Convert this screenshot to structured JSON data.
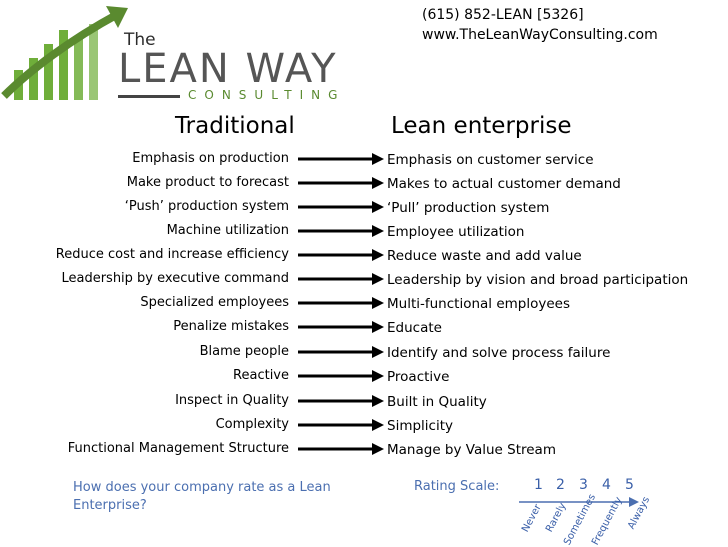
{
  "logo": {
    "the": "The",
    "name": "LEAN WAY",
    "sub": "CONSULTING"
  },
  "contact": {
    "phone": "(615) 852-LEAN [5326]",
    "url": "www.TheLeanWayConsulting.com"
  },
  "headers": {
    "traditional": "Traditional",
    "lean": "Lean enterprise"
  },
  "rows": [
    {
      "traditional": "Emphasis on production",
      "lean": "Emphasis on customer service"
    },
    {
      "traditional": "Make product to forecast",
      "lean": "Makes to actual customer demand"
    },
    {
      "traditional": "‘Push’ production system",
      "lean": "‘Pull’ production system"
    },
    {
      "traditional": "Machine utilization",
      "lean": "Employee utilization"
    },
    {
      "traditional": "Reduce cost and increase efficiency",
      "lean": "Reduce waste and add value"
    },
    {
      "traditional": "Leadership by executive command",
      "lean": "Leadership by vision and broad participation"
    },
    {
      "traditional": "Specialized employees",
      "lean": "Multi-functional employees"
    },
    {
      "traditional": "Penalize mistakes",
      "lean": "Educate"
    },
    {
      "traditional": "Blame people",
      "lean": "Identify and solve process failure"
    },
    {
      "traditional": "Reactive",
      "lean": "Proactive"
    },
    {
      "traditional": "Inspect in Quality",
      "lean": "Built in Quality"
    },
    {
      "traditional": "Complexity",
      "lean": "Simplicity"
    },
    {
      "traditional": "Functional Management Structure",
      "lean": "Manage by Value Stream"
    }
  ],
  "question": "How does your company rate as a Lean Enterprise?",
  "rating": {
    "label": "Rating Scale:",
    "numbers": [
      "1",
      "2",
      "3",
      "4",
      "5"
    ],
    "words": [
      "Never",
      "Rarely",
      "Sometimes",
      "Frequently",
      "Always"
    ]
  },
  "colors": {
    "accent_blue": "#4b6fb0",
    "logo_green": "#6fae3a",
    "logo_text": "#555555"
  }
}
